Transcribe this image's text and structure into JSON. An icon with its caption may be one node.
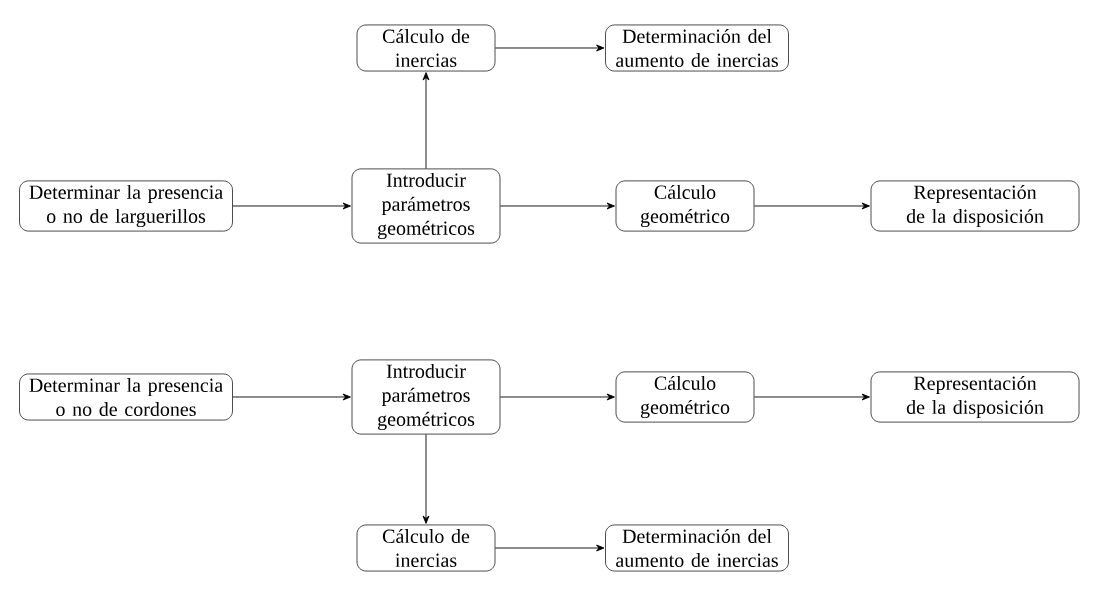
{
  "diagram": {
    "nodes": [
      {
        "text": [
          "Cálculo de inercias"
        ]
      },
      {
        "text": [
          "Determinación del aumento de inercias"
        ]
      },
      {
        "text": [
          "Determinar la presencia o no de larguerillos"
        ]
      },
      {
        "text": [
          "Introducir parámetros geométricos"
        ]
      },
      {
        "text": [
          "Cálculo geométrico"
        ]
      },
      {
        "text": [
          "Representación de la disposición"
        ]
      },
      {
        "text": [
          "Determinar la presencia o no de cordones"
        ]
      },
      {
        "text": [
          "Introducir parámetros geométricos"
        ]
      },
      {
        "text": [
          "Cálculo geométrico"
        ]
      },
      {
        "text": [
          "Representación de la disposición"
        ]
      },
      {
        "text": [
          "Cálculo de inercias"
        ]
      },
      {
        "text": [
          "Determinación del aumento de inercias"
        ]
      }
    ],
    "edges": [
      {
        "from": 3,
        "to": 0,
        "arrow": "to"
      },
      {
        "from": 0,
        "to": 1,
        "arrow": "to"
      },
      {
        "from": 2,
        "to": 3,
        "arrow": "to"
      },
      {
        "from": 3,
        "to": 4,
        "arrow": "to"
      },
      {
        "from": 4,
        "to": 5,
        "arrow": "to"
      },
      {
        "from": 6,
        "to": 7,
        "arrow": "to"
      },
      {
        "from": 7,
        "to": 8,
        "arrow": "to"
      },
      {
        "from": 8,
        "to": 9,
        "arrow": "to"
      },
      {
        "from": 7,
        "to": 10,
        "arrow": "to"
      },
      {
        "from": 10,
        "to": 11,
        "arrow": "to"
      }
    ]
  }
}
